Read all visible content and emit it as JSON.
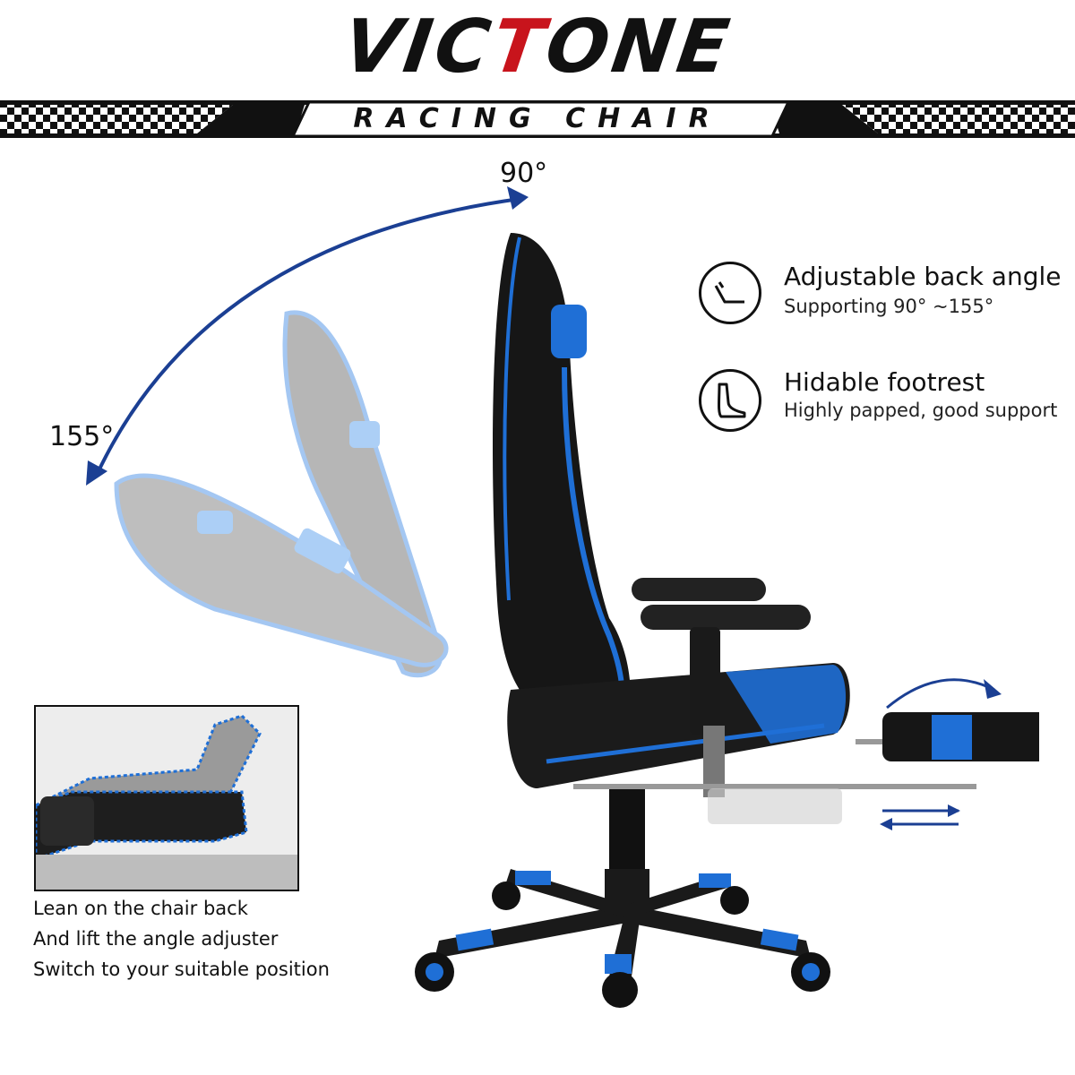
{
  "brand": {
    "prefix": "VIC",
    "accent": "T",
    "suffix": "ONE",
    "accent_color": "#c8141c"
  },
  "banner": {
    "label": "RACING CHAIR"
  },
  "angles": {
    "upright": "90°",
    "recline": "155°"
  },
  "features": [
    {
      "icon": "recline-angle-icon",
      "title": "Adjustable back angle",
      "subtitle": "Supporting 90°  ~155°"
    },
    {
      "icon": "foot-icon",
      "title": "Hidable footrest",
      "subtitle": "Highly papped, good support"
    }
  ],
  "instructions": [
    "Lean on the chair back",
    "And lift the angle adjuster",
    "Switch to your suitable position"
  ],
  "colors": {
    "chair_blue": "#1f6fd6",
    "arrow_blue": "#1b3f93",
    "chair_black": "#161616"
  }
}
